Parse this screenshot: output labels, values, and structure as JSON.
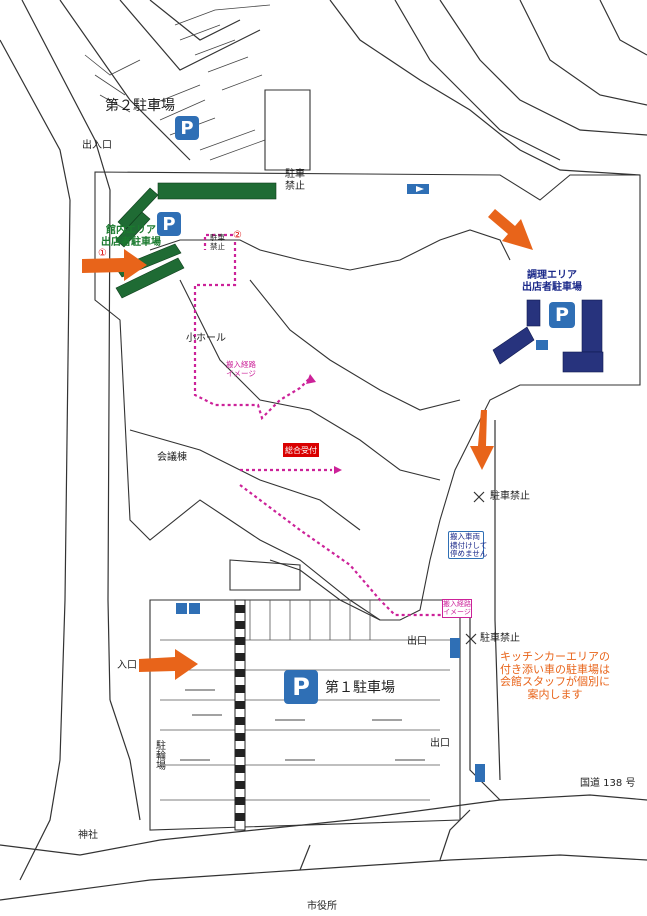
{
  "labels": {
    "parking2": "第２駐車場",
    "entrance_exit_top": "出入口",
    "no_parking_top": "駐車\n禁止",
    "hall_exhibitor_parking": "館内エリア\n出店者駐車場",
    "cooking_exhibitor_parking": "調理エリア\n出店者駐車場",
    "small_hall": "小ホール",
    "conference_building": "会議棟",
    "reception": "総合受付",
    "loading_route_1": "搬入経路\nイメージ",
    "loading_route_2": "搬入経路\nイメージ",
    "no_loading_parking": "搬入車両\n横付けして\n停めません",
    "no_parking_right": "駐車禁止",
    "no_parking_right2": "駐車禁止",
    "exit_1": "出口",
    "exit_2": "出口",
    "entrance_left": "入口",
    "parking1": "第１駐車場",
    "bicycle_parking": "駐輪場",
    "shrine": "神社",
    "city_hall": "市役所",
    "route138": "国道 138 号",
    "kitchen_car_note": "キッチンカーエリアの\n付き添い車の駐車場は\n会館スタッフが個別に\n案内します",
    "building_service": "駐車\n禁止",
    "num1": "①",
    "num2": "②"
  },
  "icons": [
    "parking-icon",
    "accessible-parking-icon",
    "direction-arrow-icon",
    "loading-route-arrow-icon"
  ],
  "colors": {
    "green_spot": "#1f6b34",
    "navy_spot": "#27337d",
    "parking_blue": "#2f6fb5",
    "arrow_orange": "#e8641a",
    "route_pink": "#cc2299",
    "reception_red": "#d90000"
  }
}
